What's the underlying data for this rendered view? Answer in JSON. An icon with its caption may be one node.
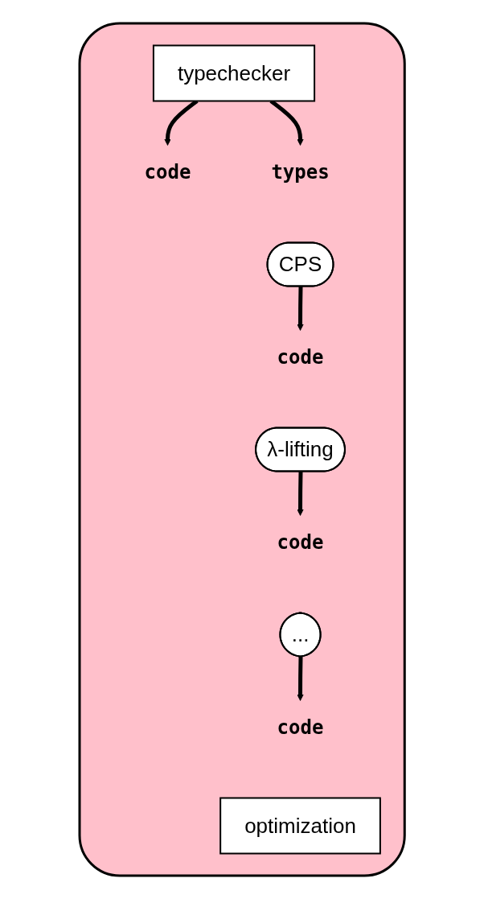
{
  "diagram": {
    "nodes": [
      {
        "text": [],
        "shape": "box"
      },
      {
        "text": [
          "typechecker"
        ],
        "in": 0
      },
      {
        "text": [
          "code"
        ],
        "in": 0
      },
      {
        "text": [
          "types"
        ],
        "in": 0
      },
      {
        "text": [
          "CPS"
        ],
        "in": 0
      },
      {
        "text": [
          "code"
        ],
        "in": 0
      },
      {
        "text": [
          "λ-lifting"
        ],
        "in": 0
      },
      {
        "text": [
          "code"
        ],
        "in": 0
      },
      {
        "text": [
          "..."
        ],
        "in": 0
      },
      {
        "text": [
          "code"
        ],
        "in": 0
      },
      {
        "text": [
          "optimization"
        ],
        "in": 0
      }
    ],
    "edges": [
      {
        "from": 1,
        "to": 2,
        "arrow": "to"
      },
      {
        "from": 1,
        "to": 3,
        "arrow": "to"
      },
      {
        "from": 4,
        "to": 5,
        "arrow": "to"
      },
      {
        "from": 6,
        "to": 7,
        "arrow": "to"
      },
      {
        "from": 8,
        "to": 9,
        "arrow": "to"
      }
    ]
  }
}
